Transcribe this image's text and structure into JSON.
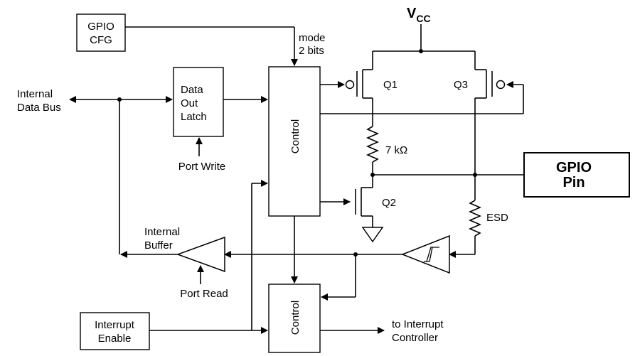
{
  "labels": {
    "vcc_main": "V",
    "vcc_sub": "CC",
    "gpio_cfg_line1": "GPIO",
    "gpio_cfg_line2": "CFG",
    "mode_line1": "mode",
    "mode_line2": "2 bits",
    "internal_data_bus_line1": "Internal",
    "internal_data_bus_line2": "Data Bus",
    "data_out_latch_line1": "Data",
    "data_out_latch_line2": "Out",
    "data_out_latch_line3": "Latch",
    "port_write": "Port Write",
    "control_upper": "Control",
    "control_lower": "Control",
    "q1": "Q1",
    "q2": "Q2",
    "q3": "Q3",
    "resistor": "7 kΩ",
    "esd": "ESD",
    "gpio_pin_line1": "GPIO",
    "gpio_pin_line2": "Pin",
    "internal_buffer_line1": "Internal",
    "internal_buffer_line2": "Buffer",
    "port_read": "Port Read",
    "interrupt_enable_line1": "Interrupt",
    "interrupt_enable_line2": "Enable",
    "to_interrupt_line1": "to Interrupt",
    "to_interrupt_line2": "Controller"
  }
}
